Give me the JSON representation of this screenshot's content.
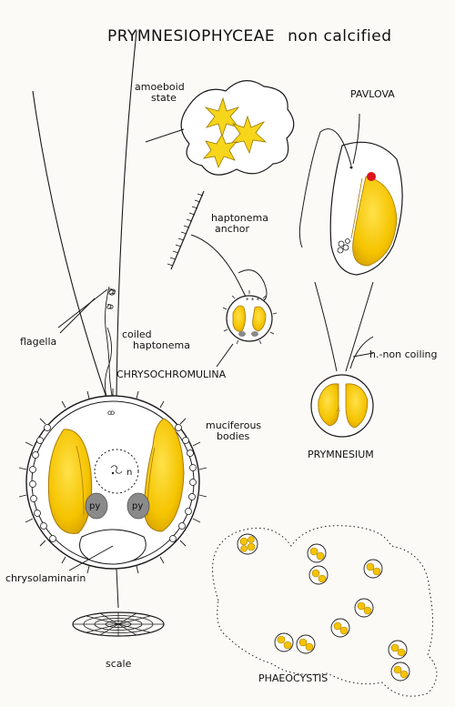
{
  "title": "PRYMNESIOPHYCEAE",
  "subtitle": "non calcified",
  "labels": {
    "amoeboid_line1": "amoeboid",
    "amoeboid_line2": "state",
    "pavlova": "PAVLOVA",
    "haptonema_line1": "haptonema",
    "haptonema_line2": "anchor",
    "flagella": "flagella",
    "coiled_line1": "coiled",
    "coiled_line2": "haptonema",
    "chrysochromulina": "CHRYSOCHROMULINA",
    "h_non_coiling": "h.-non coiling",
    "muciferous_line1": "muciferous",
    "muciferous_line2": "bodies",
    "nucleus": "n",
    "pyrenoid_left": "py",
    "pyrenoid_right": "py",
    "prymnesium": "PRYMNESIUM",
    "chrysolaminarin": "chrysolaminarin",
    "scale": "scale",
    "phaeocystis": "PHAEOCYSTIS"
  },
  "colors": {
    "chloroplast": "#f5c400",
    "chloroplast_edge": "#a87a00",
    "pyrenoid": "#8a8a8a",
    "eyespot": "#e0141e",
    "amoeboid": "#f7d51a",
    "line": "#1a1a1a"
  }
}
